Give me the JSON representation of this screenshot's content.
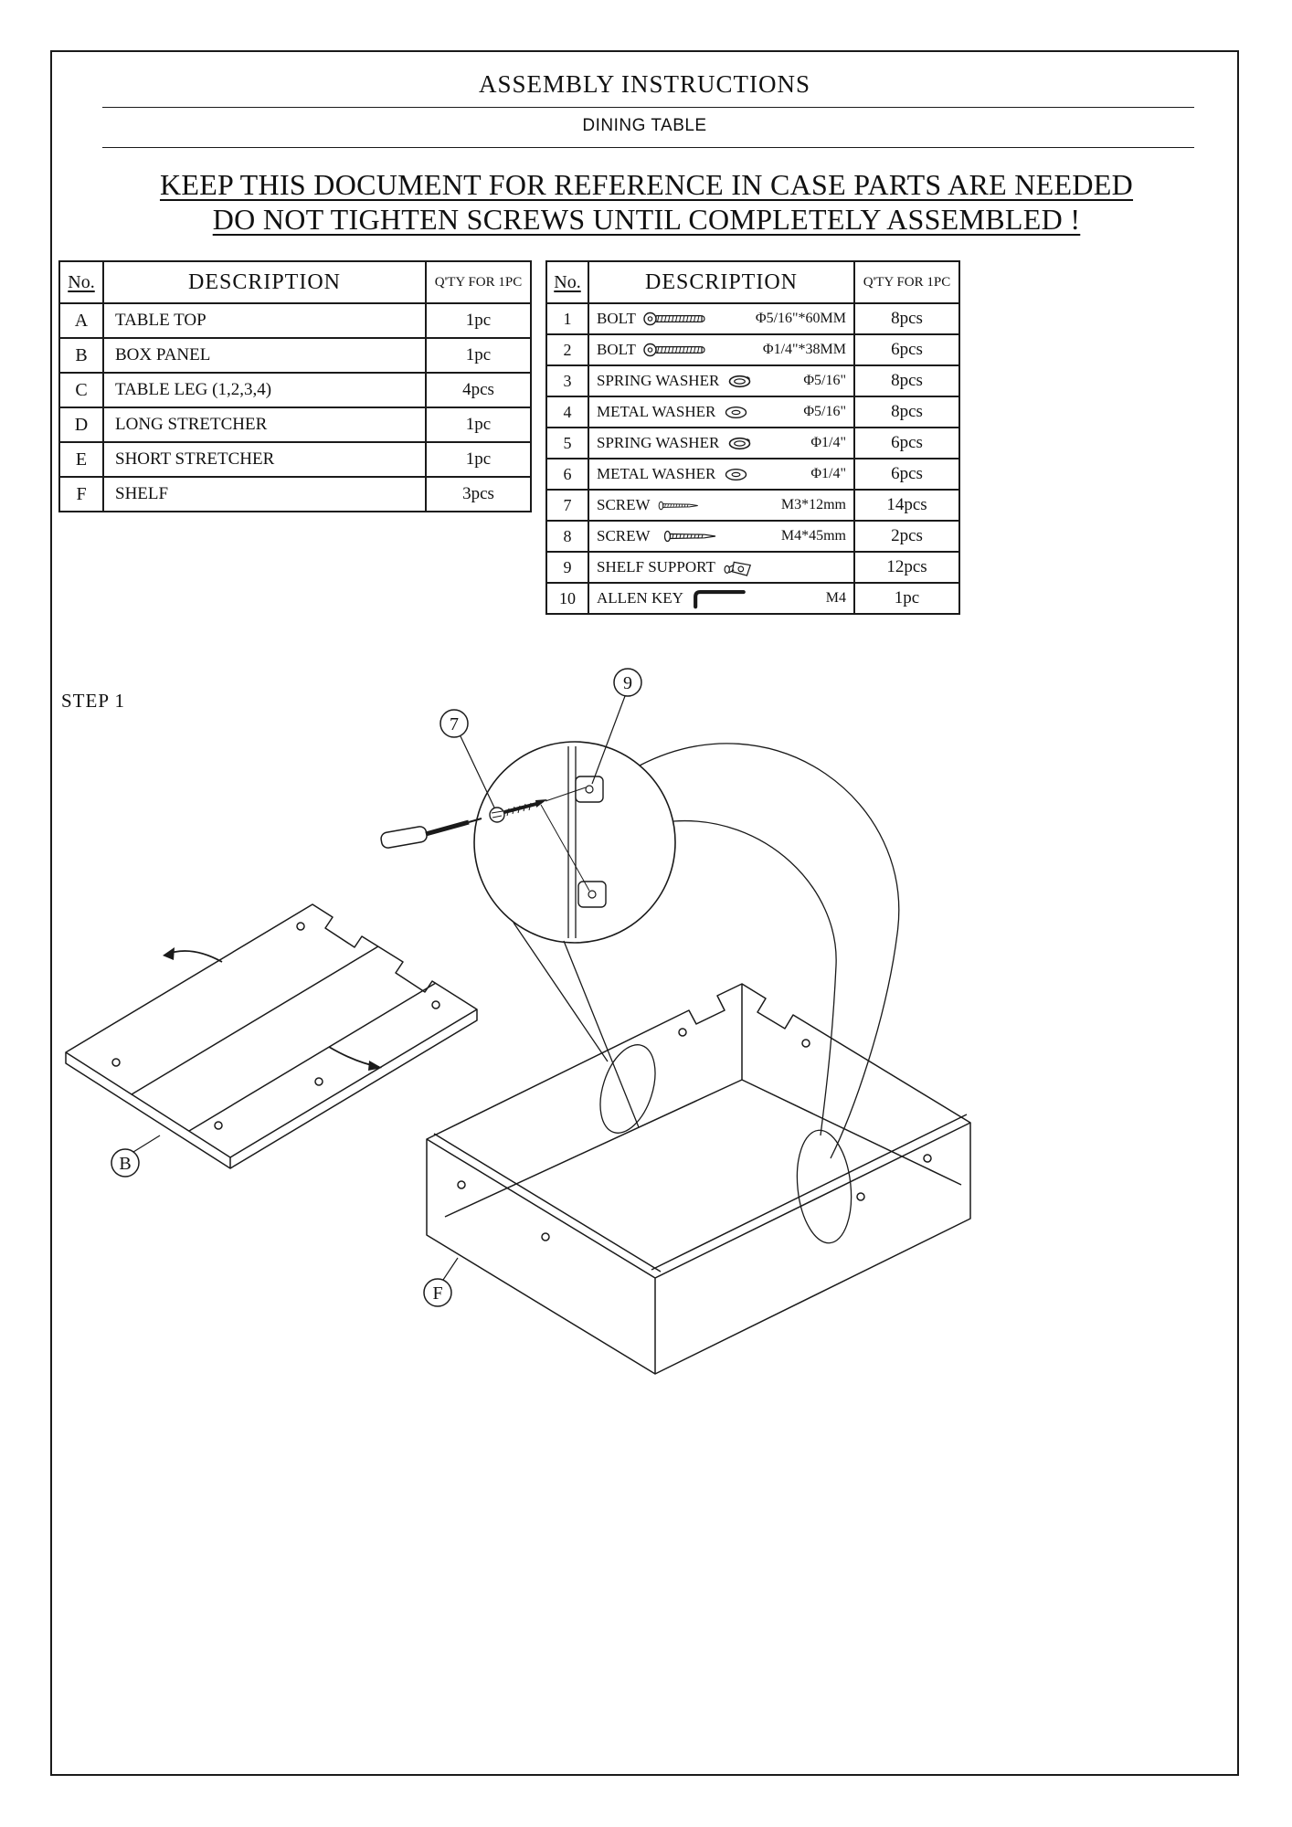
{
  "header": {
    "title": "ASSEMBLY INSTRUCTIONS",
    "subtitle": "DINING TABLE",
    "warning_line1": "KEEP THIS DOCUMENT FOR REFERENCE IN CASE PARTS ARE NEEDED",
    "warning_line2": "DO NOT TIGHTEN SCREWS UNTIL COMPLETELY ASSEMBLED !"
  },
  "parts_table": {
    "headers": {
      "no": "No.",
      "description": "DESCRIPTION",
      "qty": "Q'TY FOR 1PC"
    },
    "rows": [
      {
        "no": "A",
        "description": "TABLE TOP",
        "qty": "1pc"
      },
      {
        "no": "B",
        "description": "BOX PANEL",
        "qty": "1pc"
      },
      {
        "no": "C",
        "description": "TABLE LEG (1,2,3,4)",
        "qty": "4pcs"
      },
      {
        "no": "D",
        "description": "LONG STRETCHER",
        "qty": "1pc"
      },
      {
        "no": "E",
        "description": "SHORT STRETCHER",
        "qty": "1pc"
      },
      {
        "no": "F",
        "description": "SHELF",
        "qty": "3pcs"
      }
    ]
  },
  "hardware_table": {
    "headers": {
      "no": "No.",
      "description": "DESCRIPTION",
      "qty": "Q'TY FOR 1PC"
    },
    "rows": [
      {
        "no": "1",
        "name": "BOLT",
        "icon": "bolt-icon",
        "spec": "Φ5/16\"*60MM",
        "qty": "8pcs"
      },
      {
        "no": "2",
        "name": "BOLT",
        "icon": "bolt-icon",
        "spec": "Φ1/4\"*38MM",
        "qty": "6pcs"
      },
      {
        "no": "3",
        "name": "SPRING WASHER",
        "icon": "spring-washer-icon",
        "spec": "Φ5/16\"",
        "qty": "8pcs"
      },
      {
        "no": "4",
        "name": "METAL WASHER",
        "icon": "metal-washer-icon",
        "spec": "Φ5/16\"",
        "qty": "8pcs"
      },
      {
        "no": "5",
        "name": "SPRING WASHER",
        "icon": "spring-washer-icon",
        "spec": "Φ1/4\"",
        "qty": "6pcs"
      },
      {
        "no": "6",
        "name": "METAL WASHER",
        "icon": "metal-washer-icon",
        "spec": "Φ1/4\"",
        "qty": "6pcs"
      },
      {
        "no": "7",
        "name": "SCREW",
        "icon": "screw-icon",
        "spec": "M3*12mm",
        "qty": "14pcs"
      },
      {
        "no": "8",
        "name": "SCREW",
        "icon": "screw-icon",
        "spec": "M4*45mm",
        "qty": "2pcs"
      },
      {
        "no": "9",
        "name": "SHELF SUPPORT",
        "icon": "shelf-support-icon",
        "spec": "",
        "qty": "12pcs"
      },
      {
        "no": "10",
        "name": "ALLEN KEY",
        "icon": "allen-key-icon",
        "spec": "M4",
        "qty": "1pc"
      }
    ]
  },
  "diagram": {
    "step_label": "STEP 1",
    "callouts": {
      "screw": "7",
      "shelf_support": "9",
      "box_panel": "B",
      "shelf": "F"
    }
  }
}
